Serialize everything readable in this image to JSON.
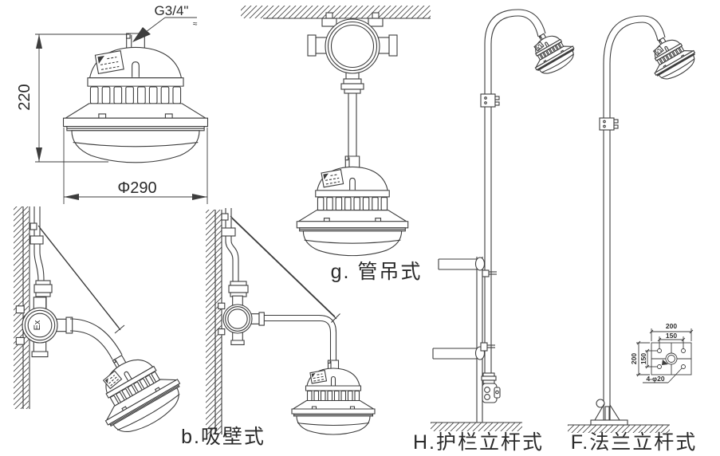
{
  "drawing": {
    "front_view": {
      "thread_label": "G3/4\"",
      "thread_suffix": "≈",
      "height_dim": "220",
      "diameter_dim": "Φ290"
    },
    "mount_labels": {
      "pipe": "g. 管吊式",
      "wall": "b.吸壁式",
      "guardrail": "H.护栏立杆式",
      "flange": "F.法兰立杆式"
    },
    "wall_mount": {
      "ex_mark": "Ex"
    },
    "flange_detail": {
      "outer_width": "200",
      "hole_pitch_width": "150",
      "outer_height": "200",
      "hole_pitch_height": "150",
      "holes_label": "4-φ20"
    }
  }
}
